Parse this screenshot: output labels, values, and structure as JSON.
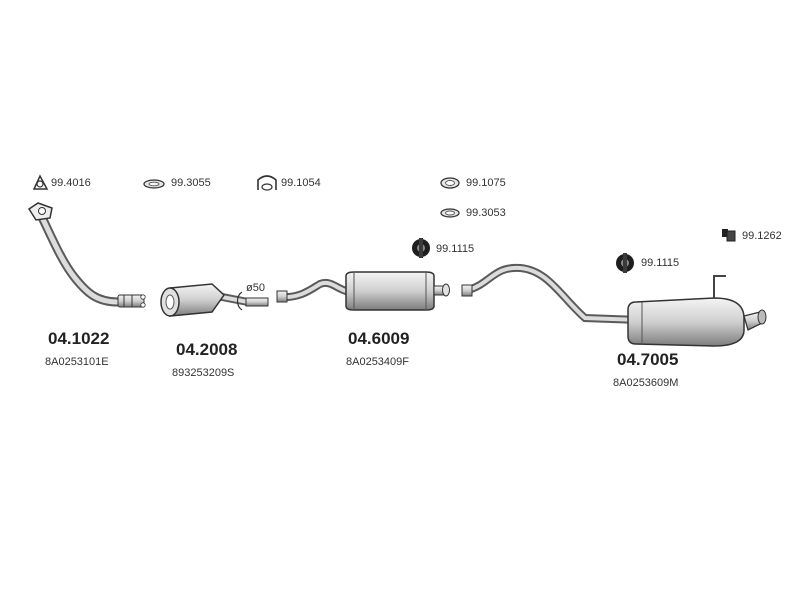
{
  "accessories": {
    "gasket_1": "99.4016",
    "ring_1": "99.3055",
    "clamp_1": "99.1054",
    "ring_2": "99.1075",
    "ring_3": "99.3053",
    "mount_1": "99.1115",
    "mount_2": "99.1115",
    "bracket_1": "99.1262"
  },
  "diameter_label": "ø50",
  "parts": [
    {
      "number": "04.1022",
      "oe": "8A0253101E"
    },
    {
      "number": "04.2008",
      "oe": "893253209S"
    },
    {
      "number": "04.6009",
      "oe": "8A0253409F"
    },
    {
      "number": "04.7005",
      "oe": "8A0253609M"
    }
  ]
}
